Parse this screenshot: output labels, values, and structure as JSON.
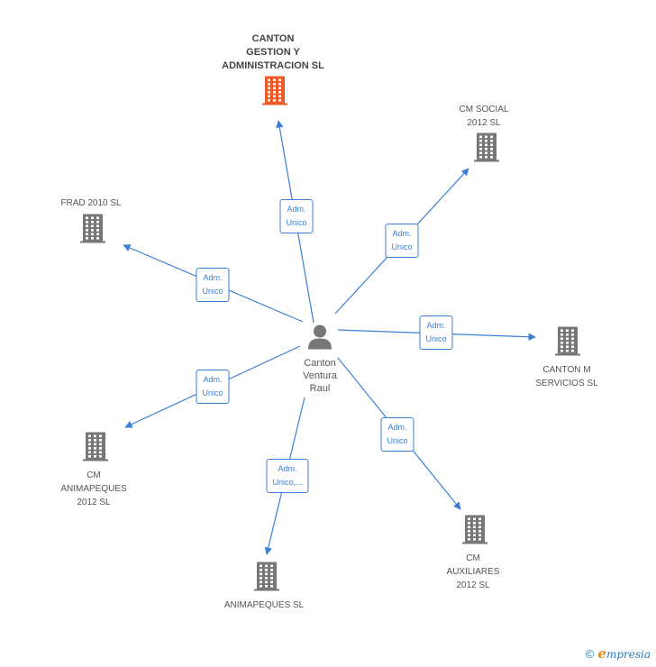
{
  "center": {
    "label": "Canton\nVentura\nRaul",
    "icon": "person-icon"
  },
  "nodes": [
    {
      "id": "canton-gestion",
      "label": "CANTON\nGESTION Y\nADMINISTRACION SL",
      "icon": "building-icon",
      "highlight": true,
      "color": "#f05a28",
      "edge": "Adm.\nUnico"
    },
    {
      "id": "cm-social",
      "label": "CM SOCIAL\n2012 SL",
      "icon": "building-icon",
      "highlight": false,
      "color": "#777777",
      "edge": "Adm.\nUnico"
    },
    {
      "id": "frad-2010",
      "label": "FRAD 2010  SL",
      "icon": "building-icon",
      "highlight": false,
      "color": "#777777",
      "edge": "Adm.\nUnico"
    },
    {
      "id": "canton-m",
      "label": "CANTON M\nSERVICIOS SL",
      "icon": "building-icon",
      "highlight": false,
      "color": "#777777",
      "edge": "Adm.\nUnico"
    },
    {
      "id": "cm-animapeques",
      "label": "CM\nANIMAPEQUES\n2012 SL",
      "icon": "building-icon",
      "highlight": false,
      "color": "#777777",
      "edge": "Adm.\nUnico"
    },
    {
      "id": "cm-auxiliares",
      "label": "CM\nAUXILIARES\n2012 SL",
      "icon": "building-icon",
      "highlight": false,
      "color": "#777777",
      "edge": "Adm.\nUnico"
    },
    {
      "id": "animapeques",
      "label": "ANIMAPEQUES SL",
      "icon": "building-icon",
      "highlight": false,
      "color": "#777777",
      "edge": "Adm.\nUnico,..."
    }
  ],
  "footer": {
    "copyright": "©",
    "brand_initial": "e",
    "brand_rest": "mpresia"
  },
  "colors": {
    "edge": "#3a7fd5",
    "building": "#777777",
    "highlight": "#f05a28",
    "person": "#777777"
  }
}
